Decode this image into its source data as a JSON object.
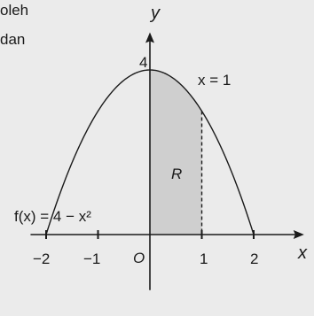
{
  "cropped_text": {
    "line1": "oleh",
    "line2": "dan"
  },
  "axes": {
    "x_label": "x",
    "y_label": "y",
    "origin_label": "O",
    "xlim": [
      -2.3,
      2.8
    ],
    "ylim": [
      -1.35,
      4.7
    ],
    "x_ticks": [
      {
        "value": -2,
        "label": "−2"
      },
      {
        "value": -1,
        "label": "−1"
      },
      {
        "value": 1,
        "label": "1"
      },
      {
        "value": 2,
        "label": "2"
      }
    ],
    "y_ticks": [
      {
        "value": 4,
        "label": "4"
      }
    ]
  },
  "curve": {
    "label": "f(x) = 4 − x²",
    "domain": [
      -2,
      2
    ]
  },
  "region": {
    "label": "R",
    "from": 0,
    "to": 1,
    "fill": "#cfcfcf"
  },
  "vertical_line": {
    "x": 1,
    "label": "x = 1"
  },
  "colors": {
    "background": "#ebebeb",
    "ink": "#1a1a1a"
  }
}
